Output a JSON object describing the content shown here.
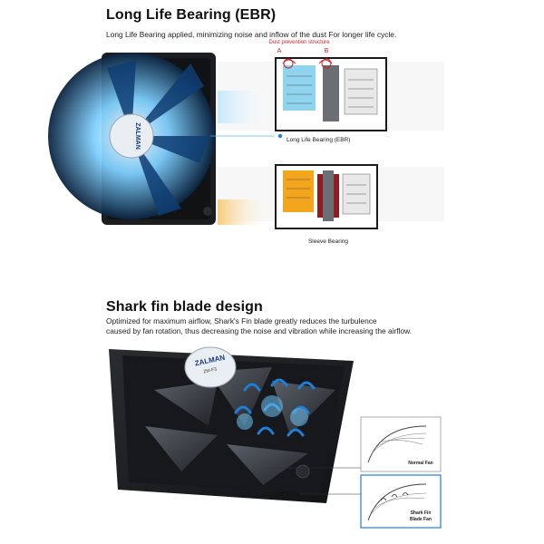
{
  "section1": {
    "title": "Long Life Bearing (EBR)",
    "description": "Long Life Bearing applied, minimizing noise and inflow of the dust For longer life cycle.",
    "dust_label": "Dust prevention structure",
    "label_a": "A",
    "label_b": "B",
    "ebr_label": "Long Life Bearing (EBR)",
    "sleeve_label": "Sleeve Bearing"
  },
  "section2": {
    "title": "Shark fin blade design",
    "description_line1": "Optimized for maximum airflow, Shark's Fin blade greatly reduces the turbulence",
    "description_line2": "caused by fan rotation, thus decreasing the noise and vibration while increasing the airflow.",
    "normal_fan_label": "Normal Fan",
    "shark_label_line1": "Shark Fin",
    "shark_label_line2": "Blade Fan"
  },
  "brand": {
    "name": "ZALMAN",
    "model_text": "ZM-F3"
  },
  "colors": {
    "fan_body": "#1c1d20",
    "blade_blue": "#1e7ed8",
    "glow_blue": "#6fc3f5",
    "dust_red": "#c8202b",
    "sleeve_orange": "#f3a51b",
    "sleeve_red": "#8c1d22",
    "ebr_cyan": "#8fd4ee"
  }
}
